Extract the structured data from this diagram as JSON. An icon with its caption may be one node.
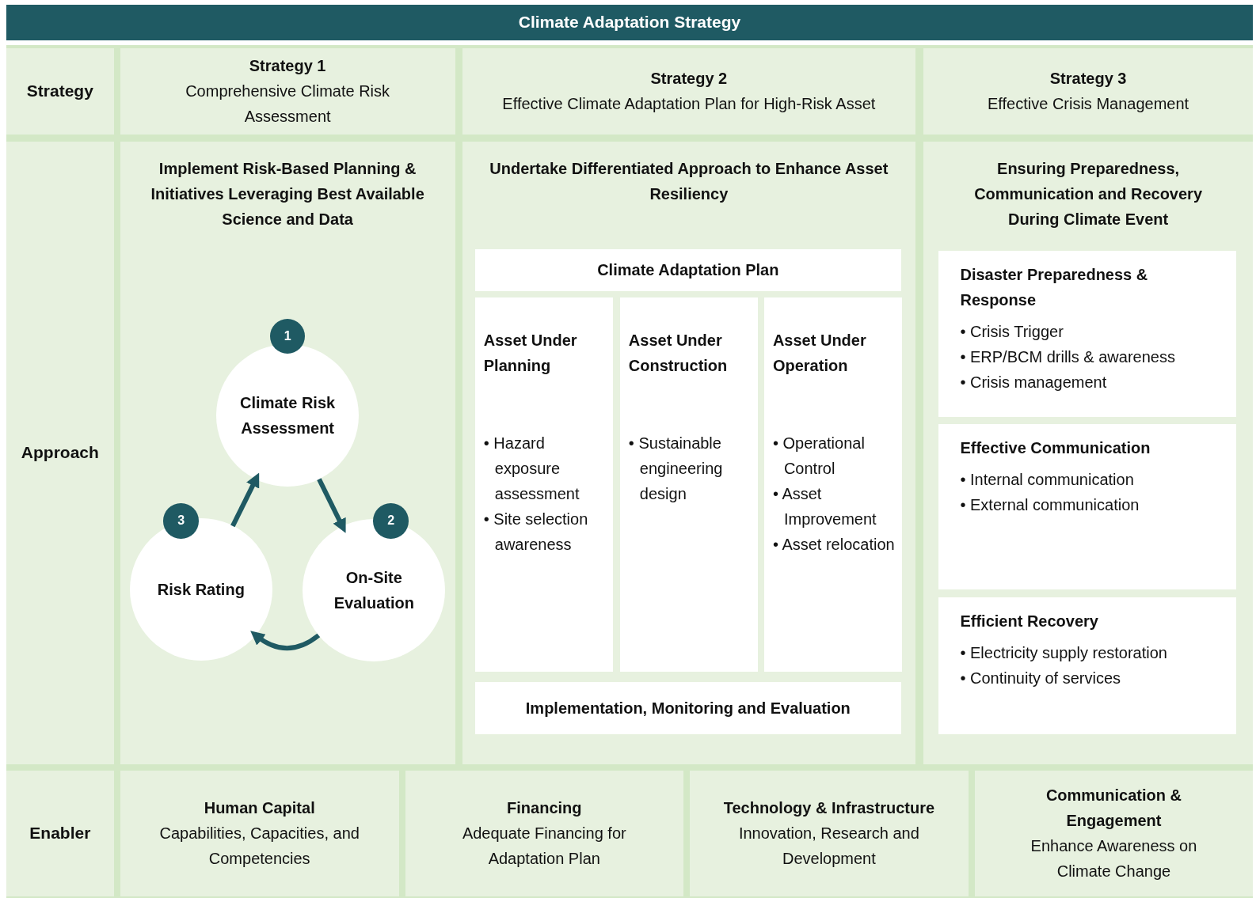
{
  "diagram": {
    "title": "Climate Adaptation Strategy",
    "nodes": [
      {
        "text": [
          "Strategy 1",
          "Comprehensive Climate Risk Assessment"
        ]
      },
      {
        "text": [
          "Strategy 2",
          "Effective Climate Adaptation Plan for High-Risk Asset"
        ]
      },
      {
        "text": [
          "Strategy 3",
          "Effective Crisis Management"
        ]
      },
      {
        "text": [
          "Implement Risk-Based Planning & Initiatives Leveraging Best Available Science and Data"
        ]
      },
      {
        "text": [
          "1"
        ],
        "in": 3
      },
      {
        "text": [
          "Climate Risk Assessment"
        ],
        "in": 3
      },
      {
        "text": [
          "2"
        ],
        "in": 3
      },
      {
        "text": [
          "On-Site Evaluation"
        ],
        "in": 3
      },
      {
        "text": [
          "3"
        ],
        "in": 3
      },
      {
        "text": [
          "Risk Rating"
        ],
        "in": 3
      },
      {
        "text": [
          "Undertake Differentiated Approach to Enhance Asset Resiliency"
        ]
      },
      {
        "text": [
          "Climate Adaptation Plan"
        ],
        "in": 10
      },
      {
        "text": [
          "Asset Under Planning",
          "• Hazard exposure assessment",
          "• Site selection awareness"
        ],
        "in": 10
      },
      {
        "text": [
          "Asset Under Construction",
          "• Sustainable engineering design"
        ],
        "in": 10
      },
      {
        "text": [
          "Asset Under Operation",
          "• Operational Control",
          "• Asset Improvement",
          "• Asset relocation"
        ],
        "in": 10
      },
      {
        "text": [
          "Implementation, Monitoring and Evaluation"
        ],
        "in": 10
      },
      {
        "text": [
          "Ensuring Preparedness, Communication and Recovery During Climate Event"
        ]
      },
      {
        "text": [
          "Disaster Preparedness & Response",
          "• Crisis Trigger",
          "• ERP/BCM drills & awareness",
          "• Crisis management"
        ],
        "in": 16
      },
      {
        "text": [
          "Effective Communication",
          "• Internal communication",
          "• External communication"
        ],
        "in": 16
      },
      {
        "text": [
          "Efficient Recovery",
          "• Electricity supply restoration",
          "• Continuity of services"
        ],
        "in": 16
      },
      {
        "text": [
          "Human Capital",
          "Capabilities, Capacities, and Competencies"
        ]
      },
      {
        "text": [
          "Financing",
          "Adequate Financing for Adaptation Plan"
        ]
      },
      {
        "text": [
          "Technology & Infrastructure",
          "Innovation, Research and Development"
        ]
      },
      {
        "text": [
          "Communication & Engagement",
          "Enhance Awareness on Climate Change"
        ]
      }
    ],
    "edges": [
      {
        "from": 5,
        "to": 7,
        "arrow": "to"
      },
      {
        "from": 7,
        "to": 9,
        "arrow": "to"
      },
      {
        "from": 9,
        "to": 5,
        "arrow": "to"
      }
    ],
    "labels": [
      "Strategy",
      "Approach",
      "Enabler"
    ]
  }
}
